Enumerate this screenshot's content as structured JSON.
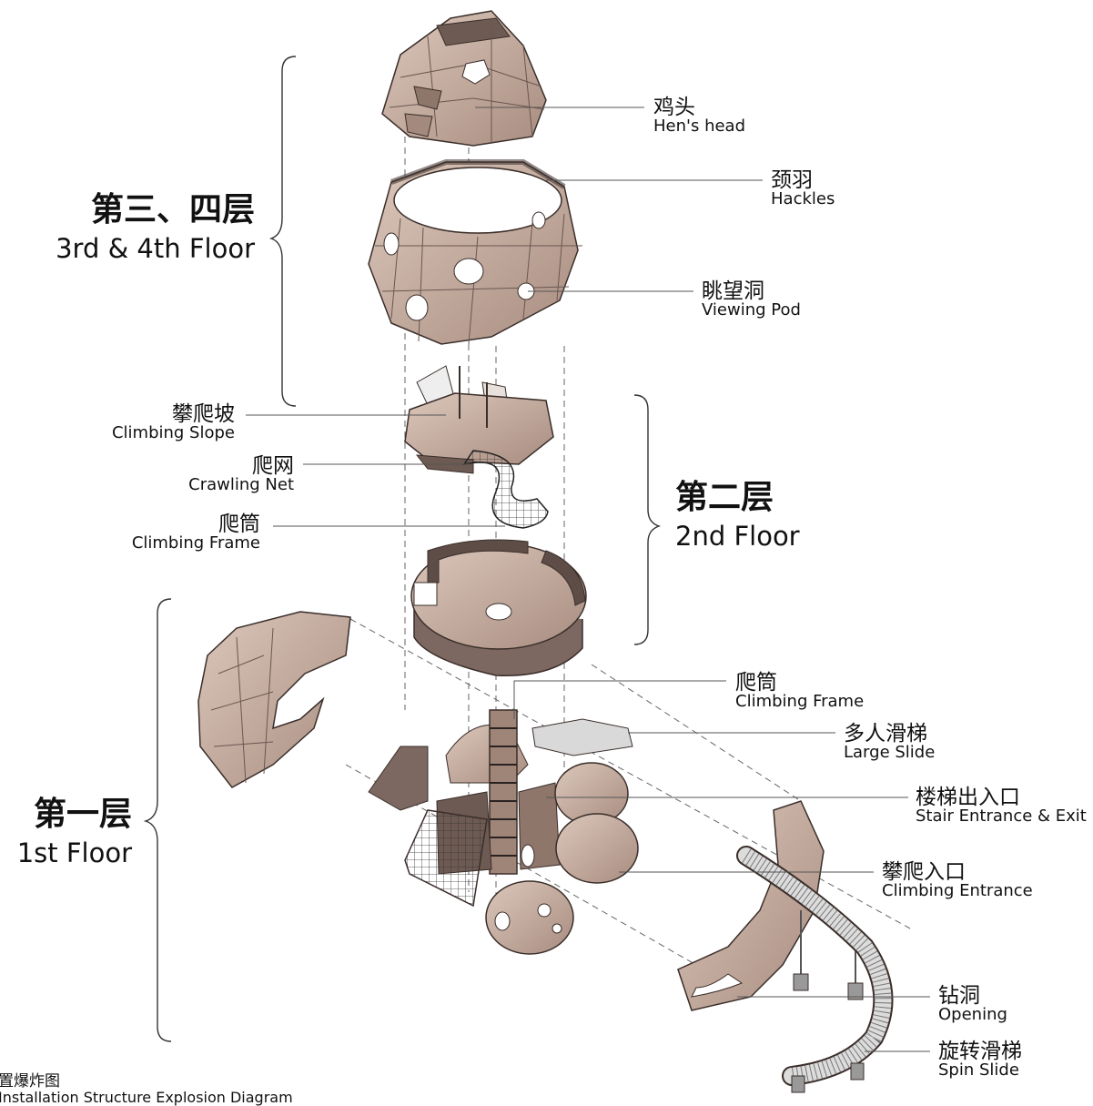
{
  "floors": {
    "third_fourth": {
      "zh": "第三、四层",
      "en": "3rd & 4th Floor"
    },
    "second": {
      "zh": "第二层",
      "en": "2nd Floor"
    },
    "first": {
      "zh": "第一层",
      "en": "1st Floor"
    }
  },
  "labels": {
    "hens_head": {
      "zh": "鸡头",
      "en": "Hen's head"
    },
    "hackles": {
      "zh": "颈羽",
      "en": "Hackles"
    },
    "viewing_pod": {
      "zh": "眺望洞",
      "en": "Viewing Pod"
    },
    "climbing_slope": {
      "zh": "攀爬坡",
      "en": "Climbing Slope"
    },
    "crawling_net": {
      "zh": "爬网",
      "en": "Crawling Net"
    },
    "climbing_frame_2": {
      "zh": "爬筒",
      "en": "Climbing Frame"
    },
    "climbing_frame_1": {
      "zh": "爬筒",
      "en": "Climbing Frame"
    },
    "large_slide": {
      "zh": "多人滑梯",
      "en": "Large Slide"
    },
    "stair_entrance": {
      "zh": "楼梯出入口",
      "en": "Stair Entrance & Exit"
    },
    "climbing_entrance": {
      "zh": "攀爬入口",
      "en": "Climbing Entrance"
    },
    "opening": {
      "zh": "钻洞",
      "en": "Opening"
    },
    "spin_slide": {
      "zh": "旋转滑梯",
      "en": "Spin Slide"
    }
  },
  "caption": {
    "zh": "置爆炸图",
    "en": "Installation Structure Explosion Diagram"
  },
  "colors": {
    "wood": "#cdb4a6",
    "wood_dark": "#8f766b",
    "outline": "#3a2e2a",
    "leader": "#555555"
  }
}
